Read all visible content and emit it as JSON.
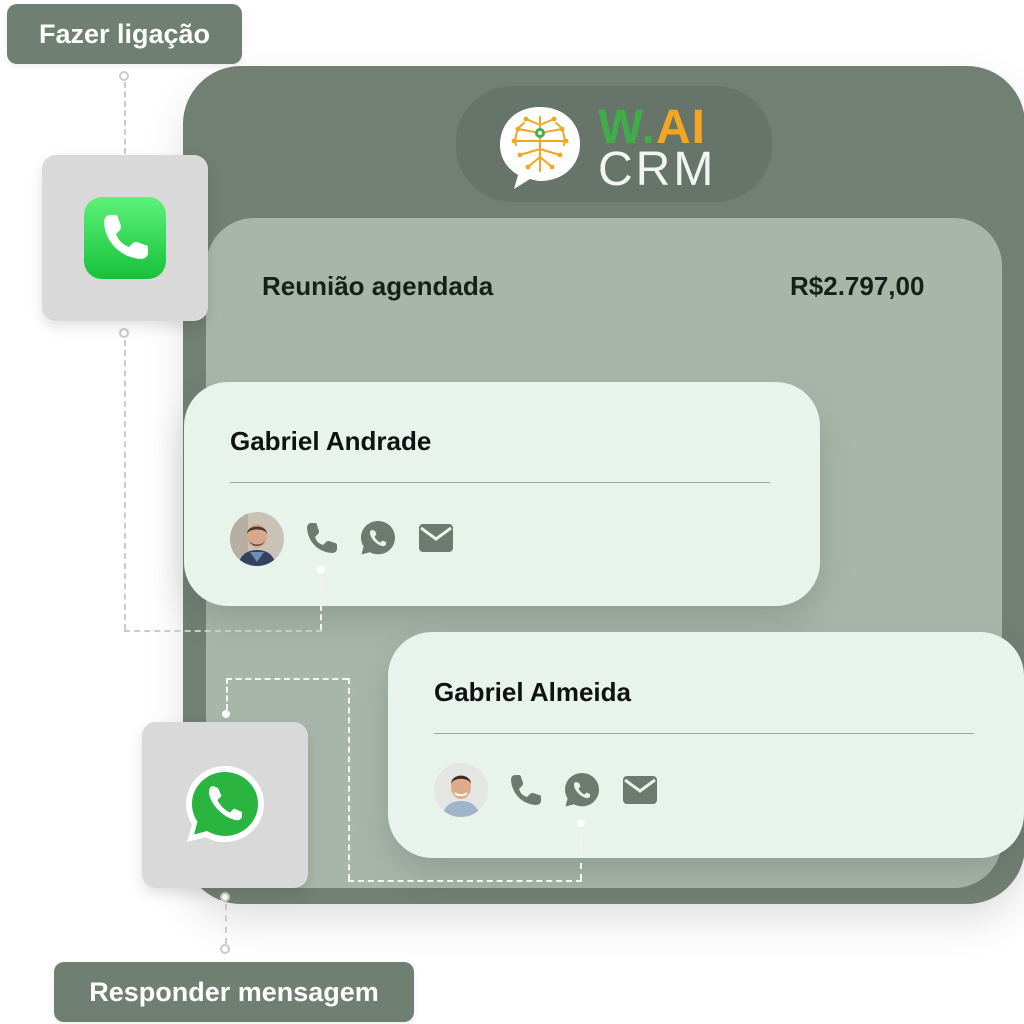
{
  "callouts": {
    "call": "Fazer ligação",
    "message": "Responder mensagem"
  },
  "logo": {
    "brand_w": "W.",
    "brand_ai": "AI",
    "brand_crm": "CRM",
    "icon": "brain-chat-icon",
    "colors": {
      "green": "#3fae4a",
      "orange": "#f4a623"
    }
  },
  "deal": {
    "stage": "Reunião agendada",
    "value": "R$2.797,00"
  },
  "contacts": [
    {
      "name": "Gabriel Andrade",
      "actions": [
        "phone-icon",
        "whatsapp-icon",
        "email-icon"
      ]
    },
    {
      "name": "Gabriel Almeida",
      "actions": [
        "phone-icon",
        "whatsapp-icon",
        "email-icon"
      ]
    }
  ],
  "apps": {
    "phone": {
      "icon": "phone-app-icon",
      "color": "#2fd158"
    },
    "whatsapp": {
      "icon": "whatsapp-app-icon",
      "color": "#2ab540"
    }
  },
  "theme": {
    "panel": "#728074",
    "inner": "#a8b6aa",
    "card": "#e8f3ec",
    "icon_gray": "#6e7a70"
  }
}
